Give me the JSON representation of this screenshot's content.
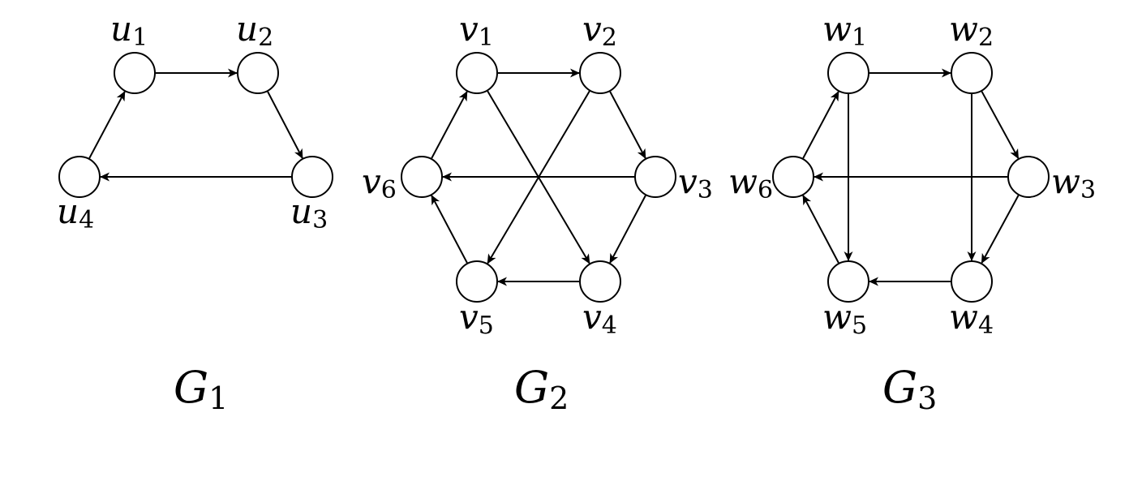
{
  "colors": {
    "stroke": "#000000",
    "node_fill": "#ffffff",
    "background": "#ffffff"
  },
  "graphs": [
    {
      "title": {
        "base": "G",
        "sub": "1"
      },
      "nodes": [
        {
          "id": "u1",
          "base": "u",
          "sub": "1"
        },
        {
          "id": "u2",
          "base": "u",
          "sub": "2"
        },
        {
          "id": "u3",
          "base": "u",
          "sub": "3"
        },
        {
          "id": "u4",
          "base": "u",
          "sub": "4"
        }
      ],
      "edges": [
        [
          "u1",
          "u2"
        ],
        [
          "u2",
          "u3"
        ],
        [
          "u3",
          "u4"
        ],
        [
          "u4",
          "u1"
        ]
      ]
    },
    {
      "title": {
        "base": "G",
        "sub": "2"
      },
      "nodes": [
        {
          "id": "v1",
          "base": "v",
          "sub": "1"
        },
        {
          "id": "v2",
          "base": "v",
          "sub": "2"
        },
        {
          "id": "v3",
          "base": "v",
          "sub": "3"
        },
        {
          "id": "v4",
          "base": "v",
          "sub": "4"
        },
        {
          "id": "v5",
          "base": "v",
          "sub": "5"
        },
        {
          "id": "v6",
          "base": "v",
          "sub": "6"
        }
      ],
      "edges": [
        [
          "v1",
          "v2"
        ],
        [
          "v2",
          "v3"
        ],
        [
          "v3",
          "v4"
        ],
        [
          "v4",
          "v5"
        ],
        [
          "v5",
          "v6"
        ],
        [
          "v6",
          "v1"
        ],
        [
          "v1",
          "v4"
        ],
        [
          "v2",
          "v5"
        ],
        [
          "v3",
          "v6"
        ]
      ]
    },
    {
      "title": {
        "base": "G",
        "sub": "3"
      },
      "nodes": [
        {
          "id": "w1",
          "base": "w",
          "sub": "1"
        },
        {
          "id": "w2",
          "base": "w",
          "sub": "2"
        },
        {
          "id": "w3",
          "base": "w",
          "sub": "3"
        },
        {
          "id": "w4",
          "base": "w",
          "sub": "4"
        },
        {
          "id": "w5",
          "base": "w",
          "sub": "5"
        },
        {
          "id": "w6",
          "base": "w",
          "sub": "6"
        }
      ],
      "edges": [
        [
          "w1",
          "w2"
        ],
        [
          "w2",
          "w3"
        ],
        [
          "w3",
          "w4"
        ],
        [
          "w4",
          "w5"
        ],
        [
          "w5",
          "w6"
        ],
        [
          "w6",
          "w1"
        ],
        [
          "w1",
          "w5"
        ],
        [
          "w2",
          "w4"
        ],
        [
          "w3",
          "w6"
        ]
      ]
    }
  ]
}
